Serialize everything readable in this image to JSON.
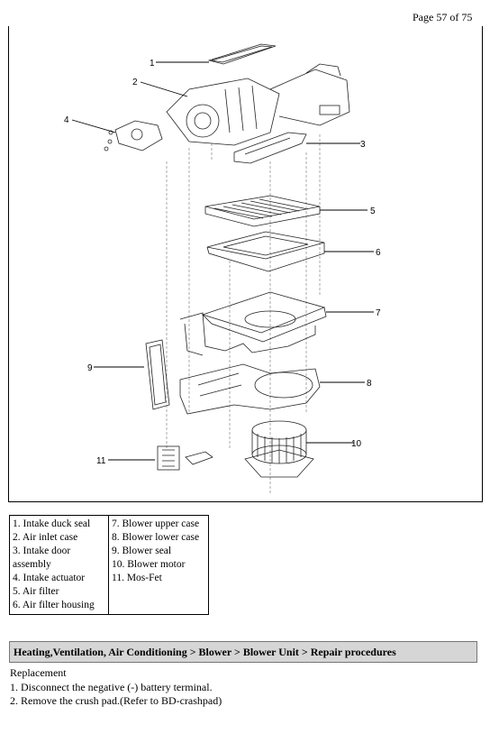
{
  "header": {
    "page_label": "Page 57 of 75"
  },
  "diagram": {
    "callouts": [
      "1",
      "2",
      "3",
      "4",
      "5",
      "6",
      "7",
      "8",
      "9",
      "10",
      "11"
    ]
  },
  "legend": {
    "left": [
      "1. Intake duck seal",
      "2. Air inlet case",
      "3. Intake door",
      "assembly",
      "4. Intake actuator",
      "5. Air filter",
      "6. Air filter housing"
    ],
    "right": [
      "7. Blower upper case",
      "8. Blower lower case",
      "9. Blower seal",
      "10. Blower motor",
      "11. Mos-Fet"
    ]
  },
  "breadcrumb": "Heating,Ventilation, Air Conditioning > Blower > Blower Unit > Repair procedures",
  "section": {
    "title": "Replacement",
    "steps": [
      "1. Disconnect the negative (-) battery terminal.",
      "2. Remove the crush pad.(Refer to BD-crashpad)"
    ]
  }
}
